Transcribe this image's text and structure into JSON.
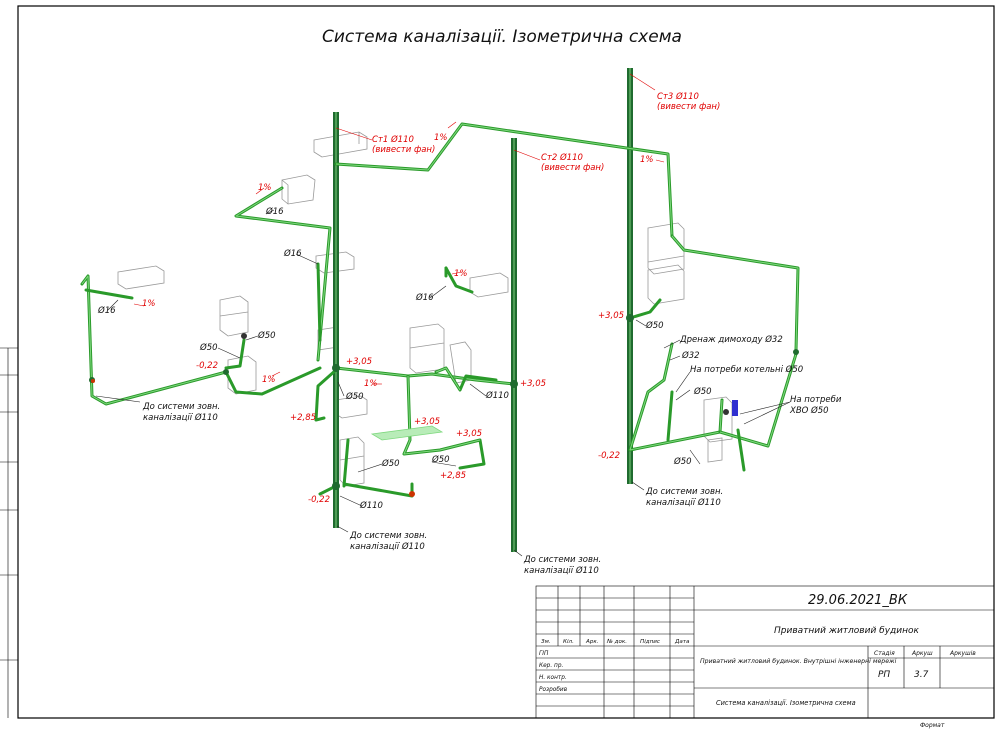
{
  "title": "Система каналізації. Ізометрична схема",
  "risers": [
    {
      "id": "st1",
      "label": "Ст1 Ø110",
      "sub": "(вивести фан)"
    },
    {
      "id": "st2",
      "label": "Ст2 Ø110",
      "sub": "(вивести фан)"
    },
    {
      "id": "st3",
      "label": "Ст3 Ø110",
      "sub": "(вивести фан)"
    }
  ],
  "labels": {
    "d16": "Ø16",
    "d32": "Ø32",
    "d50": "Ø50",
    "d110": "Ø110",
    "slope": "1%",
    "to_external_1": "До системи зовн.",
    "to_external_2": "каналізації Ø110",
    "drain_chimney": "Дренаж димоходу Ø32",
    "boiler_needs": "На потреби котельні Ø50",
    "hvo_1": "На потреби",
    "hvo_2": "ХВО Ø50"
  },
  "marks": {
    "m022": "-0,22",
    "p305": "+3,05",
    "p285": "+2,85"
  },
  "stamp": {
    "date_code": "29.06.2021_ВК",
    "project": "Приватний житловий будинок",
    "object_desc": "Приватний житловий будинок. Внутрішні інженерні мережі",
    "sheet_title": "Система каналізації. Ізометрична схема",
    "cols": [
      "Зм.",
      "Кіл.",
      "Арк.",
      "№ док.",
      "Підпис",
      "Дата"
    ],
    "roles": [
      "ГІП",
      "Кер. пр.",
      "Н. контр.",
      "Розробив"
    ],
    "stage_h": "Стадія",
    "sheet_h": "Аркуш",
    "sheets_h": "Аркушів",
    "stage": "РП",
    "sheet": "3.7",
    "format": "Формат"
  },
  "colors": {
    "pipe": "#2a9a2a",
    "mark": "#e00000"
  }
}
